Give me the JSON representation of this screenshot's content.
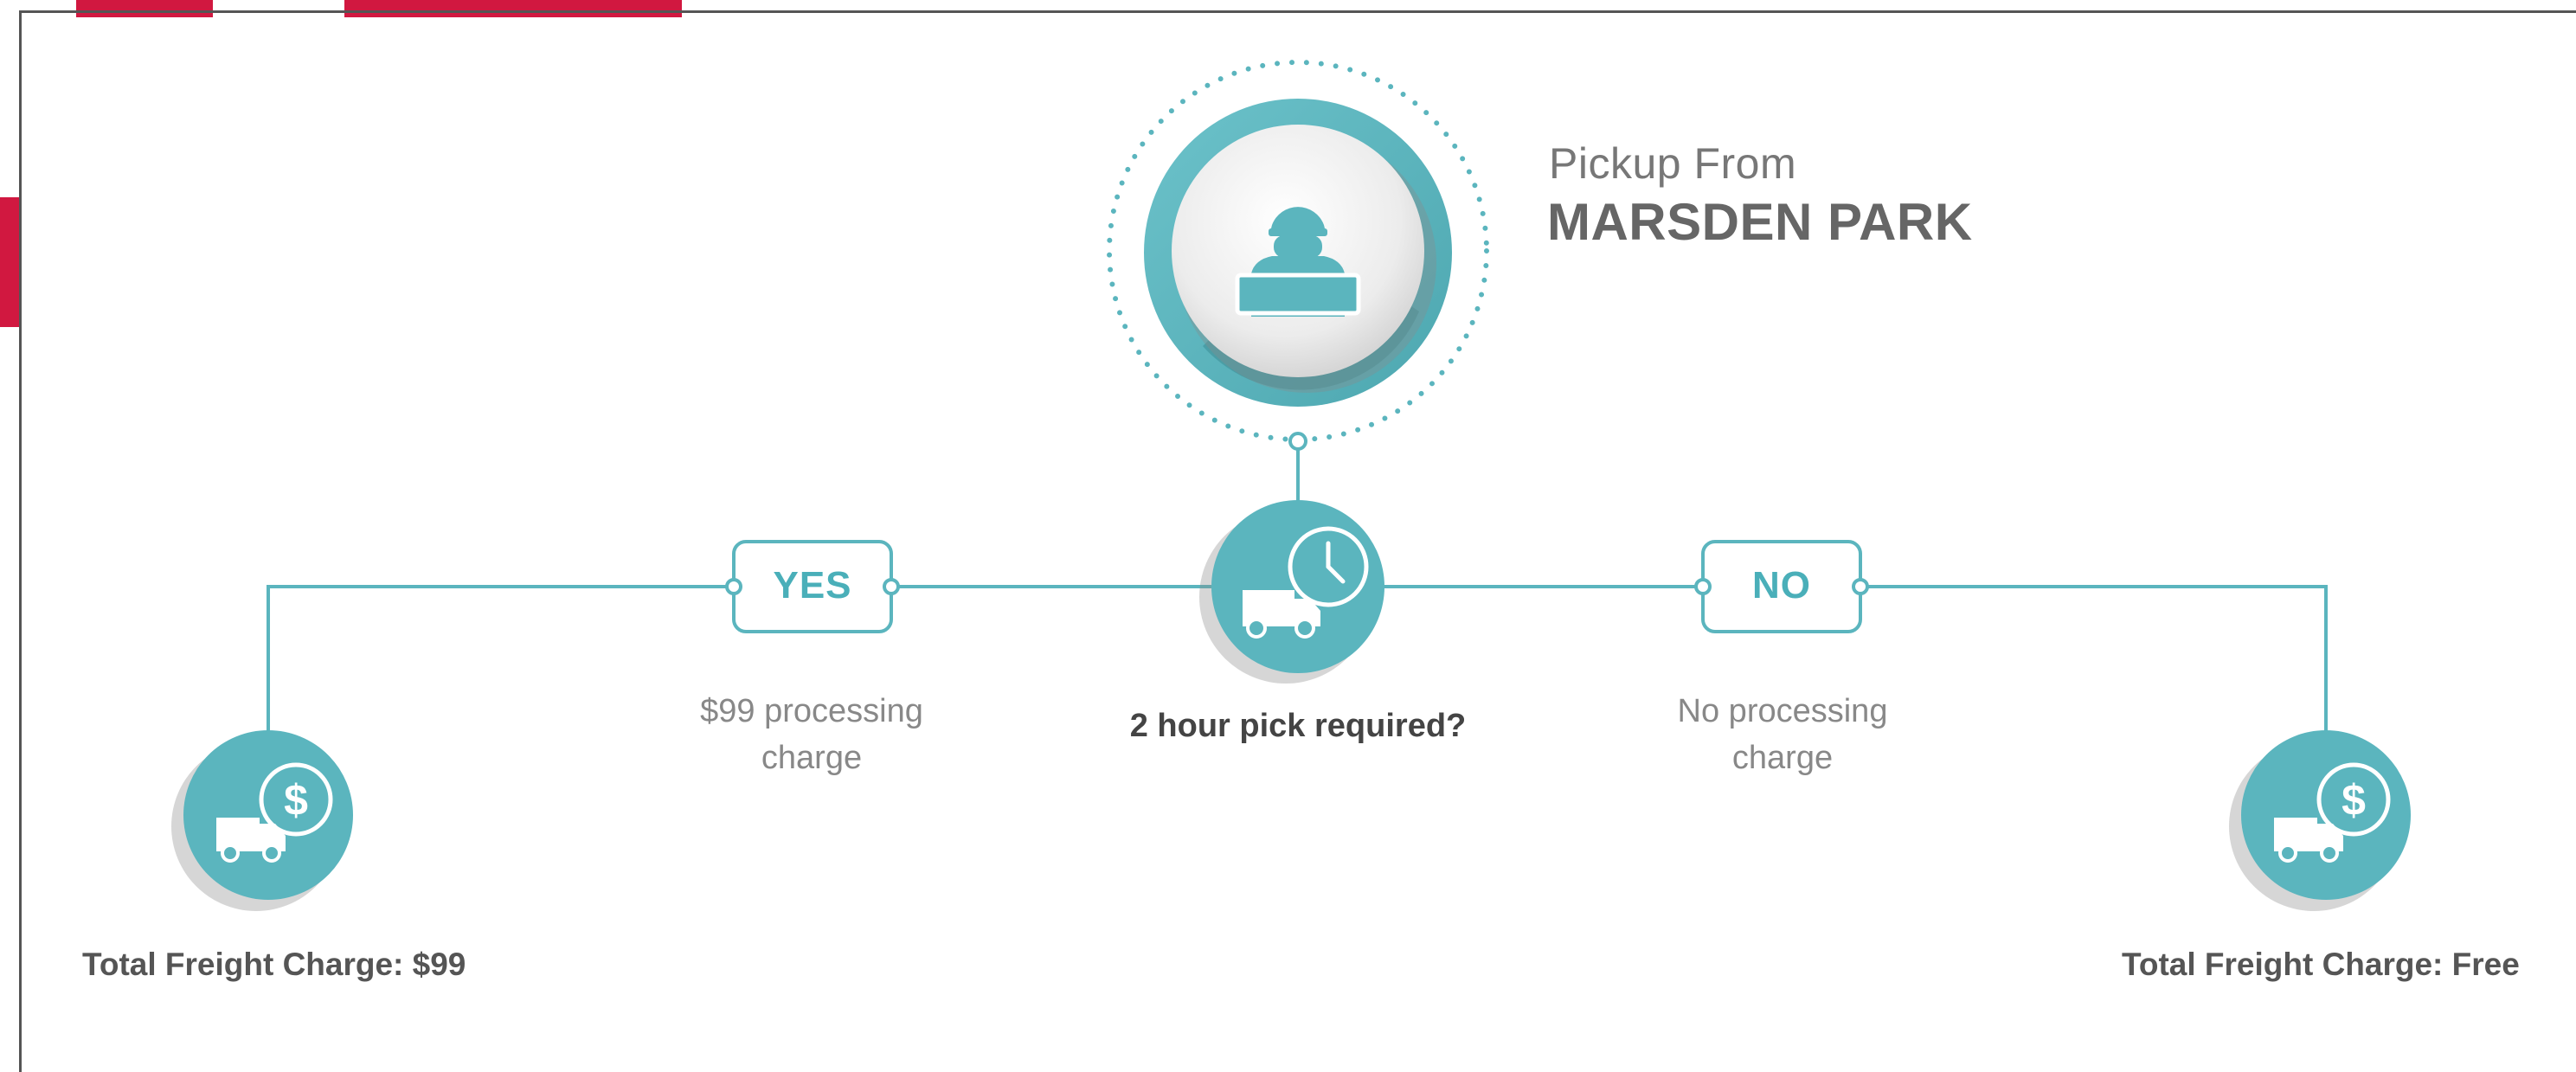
{
  "pickup": {
    "label": "Pickup From",
    "location": "MARSDEN PARK"
  },
  "decision": {
    "question": "2 hour pick required?"
  },
  "yes_branch": {
    "badge": "YES",
    "note_line1": "$99 processing",
    "note_line2": "charge",
    "total": "Total Freight Charge: $99"
  },
  "no_branch": {
    "badge": "NO",
    "note_line1": "No processing",
    "note_line2": "charge",
    "total": "Total Freight Charge: Free"
  },
  "colors": {
    "teal": "#5bb5be",
    "teal_dark": "#3d8f97",
    "accent_red": "#d11840",
    "text_dark": "#444444",
    "text_muted": "#888888"
  },
  "icons": {
    "pickup": "worker-carrying-box-icon",
    "decision": "van-clock-icon",
    "outcome": "van-dollar-icon"
  }
}
